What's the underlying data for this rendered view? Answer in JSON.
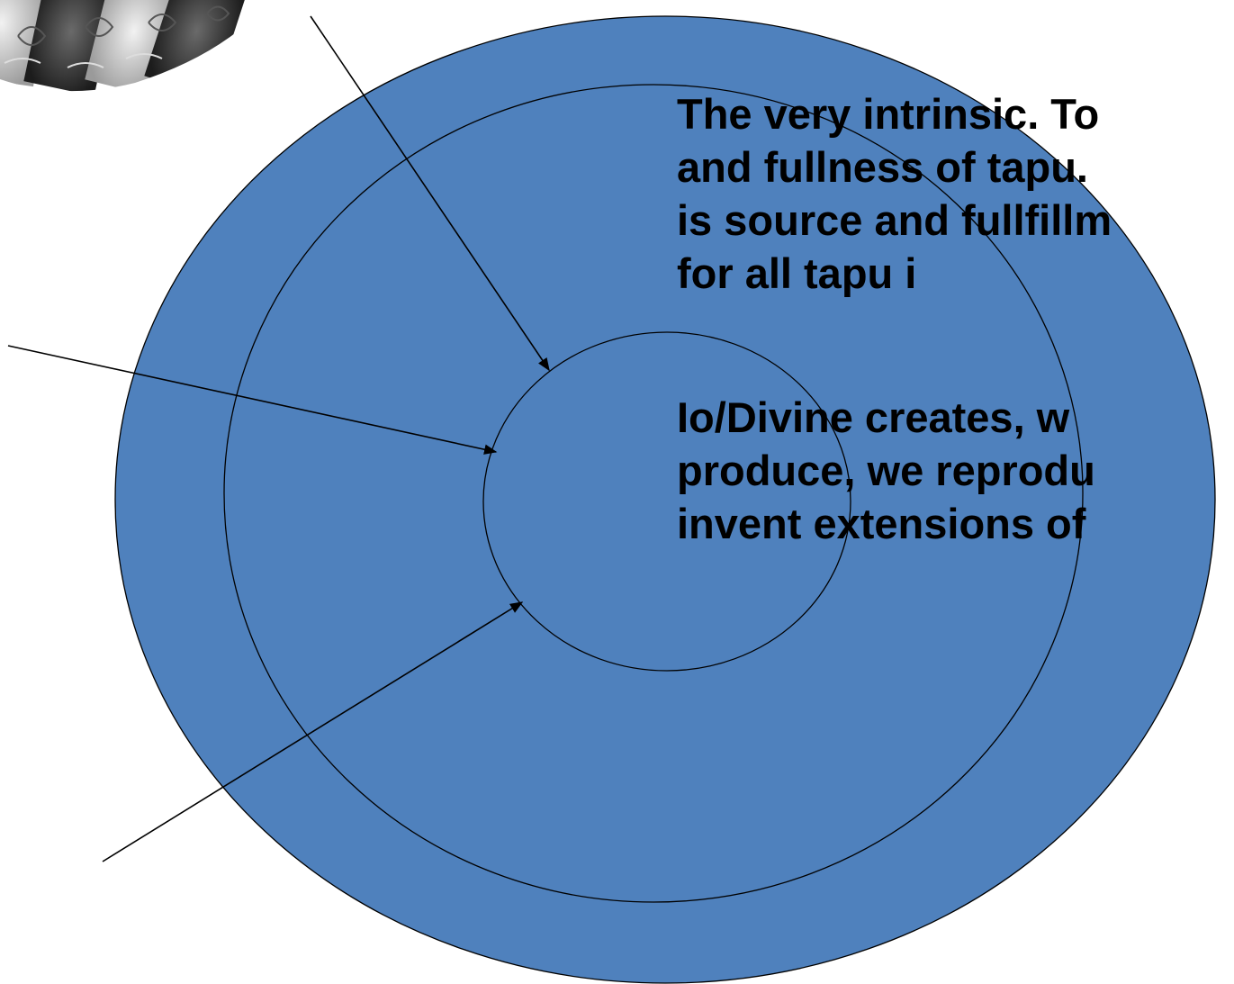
{
  "colors": {
    "background": "#ffffff",
    "circle_fill": "#4f81bd",
    "stroke": "#000000",
    "text": "#000000"
  },
  "decoration": {
    "corner_image": "carved-pattern-thumbnail"
  },
  "text": {
    "paragraph_1": "The very intrinsic. To\nand fullness of tapu.\nis source and fullfillm\nfor all tapu i",
    "paragraph_2": "Io/Divine creates, w\nproduce, we reprodu\ninvent extensions of"
  }
}
